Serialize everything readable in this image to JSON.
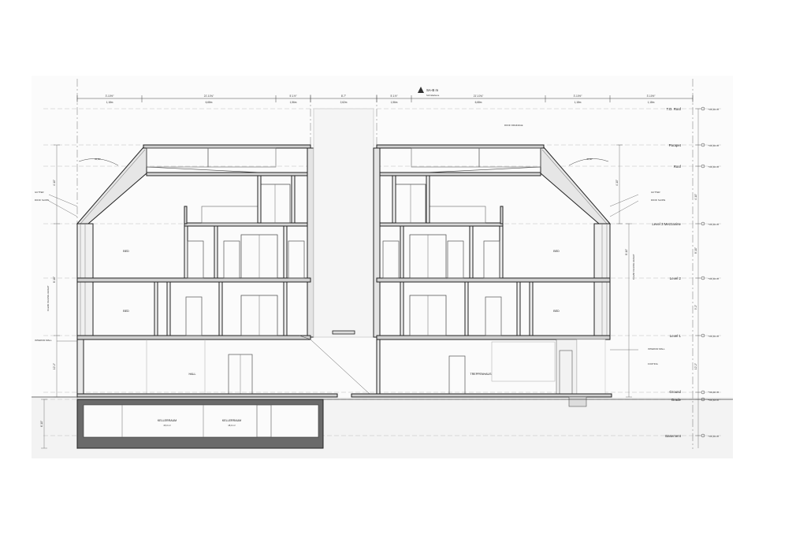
{
  "drawing": {
    "section_mark": "SA-B m",
    "section_sub": "Schnittebene",
    "roof_angle_left": "45,00°",
    "roof_angle_right": "45,00°"
  },
  "levels": [
    {
      "name": "T.O. Roof",
      "elev": "+xx,xx m"
    },
    {
      "name": "Parapet",
      "elev": "+xx,xx m"
    },
    {
      "name": "Roof",
      "elev": "+xx,xx m"
    },
    {
      "name": "Level 3 Mezzanine",
      "elev": "+xx,xx m"
    },
    {
      "name": "Level 2",
      "elev": "+xx,xx m"
    },
    {
      "name": "Level 1",
      "elev": "+xx,xx m"
    },
    {
      "name": "Ground",
      "elev": "+xx,xx m"
    },
    {
      "name": "Grade",
      "elev": "+xx,xx m"
    },
    {
      "name": "Basement",
      "elev": "+xx,xx m"
    }
  ],
  "top_dims": [
    {
      "a": "3'-10½\"",
      "b": "1,18m"
    },
    {
      "a": "21'-10¾\"",
      "b": "6,68m"
    },
    {
      "a": "5'-1½\"",
      "b": "1,56m"
    },
    {
      "a": "8'-7\"",
      "b": "2,62m"
    },
    {
      "a": "5'-1½\"",
      "b": "1,56m"
    },
    {
      "a": "21'-10¾\"",
      "b": "6,68m"
    },
    {
      "a": "3'-10½\"",
      "b": "1,18m"
    },
    {
      "a": "3'-10½\"",
      "b": "1,18m"
    }
  ],
  "rooms": {
    "left_l2": "BED",
    "right_l2": "BED",
    "left_l1": "BED",
    "right_l1": "BED",
    "ground_left": "HALL",
    "ground_right": "TREPPENHAUS",
    "base_left": "KELLERRAUM",
    "base_right": "KELLERRAUM",
    "base_left_sub": "15,0 m²",
    "base_right_sub": "18,0 m²"
  },
  "notes": {
    "gutter_left": "GUTTER",
    "roof_left": "ROOF SLOPE",
    "gutter_right": "GUTTER",
    "roof_right": "ROOF SLOPE",
    "wall_left": "INTERIOR WALL",
    "wall_right": "INTERIOR WALL",
    "footing": "FOOTING",
    "clear_left": "CLEAR CEILING HEIGHT",
    "clear_right": "CLEAR CEILING HEIGHT",
    "top_note": "ROOF DRAINAGE"
  },
  "side_dims_left": [
    "4'-10\"",
    "8'-10\"",
    "12'-2\"",
    "6'-10\""
  ],
  "side_dims_right": [
    "4'-10\"",
    "8'-10\"",
    "4'-10\"",
    "8'-10\"",
    "9'-2\"",
    "12'-2\""
  ]
}
